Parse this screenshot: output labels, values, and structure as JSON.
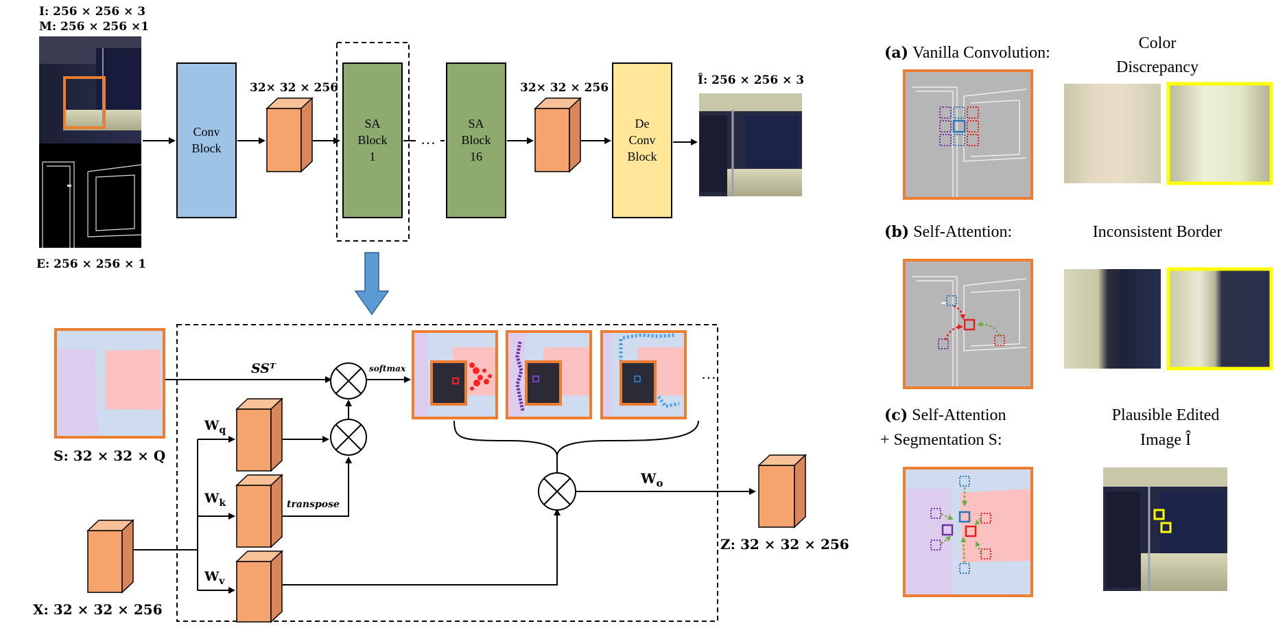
{
  "top": {
    "input_i": "I: 256 × 256 × 3",
    "input_m": "M: 256 × 256 ×1",
    "input_e": "E: 256 × 256 × 1",
    "feat1_dim": "32× 32 × 256",
    "feat2_dim": "32× 32 × 256",
    "output_dim": "Î: 256 × 256 × 3",
    "conv_block": [
      "Conv",
      "Block"
    ],
    "sa_block_1": [
      "SA",
      "Block",
      "1"
    ],
    "ellipsis": "…",
    "sa_block_16": [
      "SA",
      "Block",
      "16"
    ],
    "deconv_block": [
      "De",
      "Conv",
      "Block"
    ]
  },
  "bottom": {
    "s_label": "S:  32 × 32 × Q",
    "sst_label": "SSᵀ",
    "softmax_label": "softmax",
    "wq": "Wq",
    "wk": "Wk",
    "wv": "Wv",
    "wo": "Wo",
    "transpose_label": "transpose",
    "x_label": "X:  32 × 32 × 256",
    "z_label": "Z:  32 × 32 × 256",
    "attn_ellipsis": "…"
  },
  "right": {
    "a_prefix": "(a)",
    "a_title": "Vanilla Convolution:",
    "a_note": [
      "Color",
      "Discrepancy"
    ],
    "b_prefix": "(b)",
    "b_title": "Self-Attention:",
    "b_note": "Inconsistent Border",
    "c_prefix": "(c)",
    "c_title_1": "Self-Attention",
    "c_title_2": "+ Segmentation S:",
    "c_note": [
      "Plausible Edited",
      "Image Î"
    ]
  },
  "colors": {
    "conv_block": "#9dc3e6",
    "sa_block": "#8faa6e",
    "deconv_block": "#ffe699",
    "tensor": "#f4a46c",
    "frame": "#ed7d31",
    "seg_bg": "#cfdcef",
    "seg_purple": "#dccdee",
    "seg_pink": "#fbc0c0",
    "arrow_blue": "#5b9bd5",
    "highlight_yellow": "#ffff00"
  }
}
